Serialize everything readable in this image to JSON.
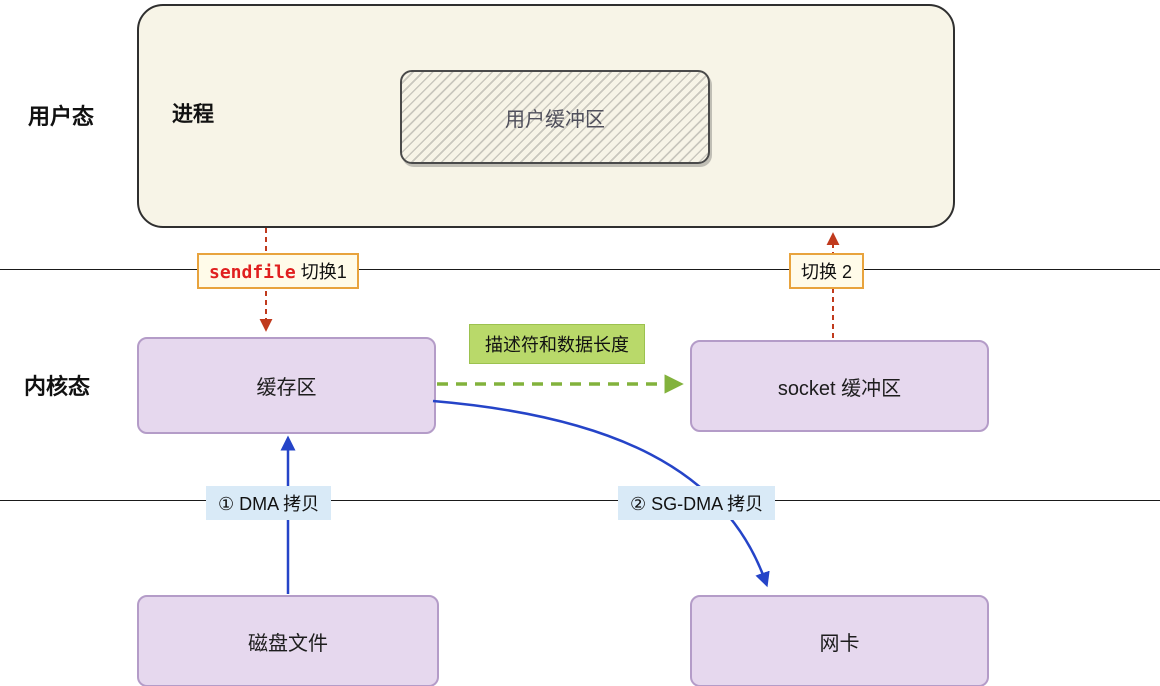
{
  "diagram": {
    "side_labels": {
      "user_mode": "用户态",
      "kernel_mode": "内核态"
    },
    "nodes": {
      "process": "进程",
      "user_buffer": "用户缓冲区",
      "kernel_buffer": "缓存区",
      "socket_buffer": "socket 缓冲区",
      "disk_file": "磁盘文件",
      "nic": "网卡"
    },
    "badges": {
      "sendfile_keyword": "sendfile",
      "switch1_label": " 切换1",
      "switch2_label": "切换 2",
      "descriptor_label": "描述符和数据长度",
      "dma_copy_label": "① DMA 拷贝",
      "sgdma_copy_label": "② SG-DMA 拷贝"
    },
    "colors": {
      "process_box_bg": "#f7f4e7",
      "process_box_border": "#2f2f2f",
      "purple_box_bg": "#e6d8ee",
      "purple_box_border": "#b49cc8",
      "switch_badge_bg": "#fffbe9",
      "switch_badge_border": "#e8a33d",
      "sendfile_keyword_color": "#e01f1f",
      "descriptor_badge_bg": "#b9d96a",
      "dma_badge_bg": "#d9eaf7",
      "red_arrow": "#c03a1d",
      "green_arrow": "#82b23c",
      "blue_arrow": "#2544c8"
    }
  }
}
